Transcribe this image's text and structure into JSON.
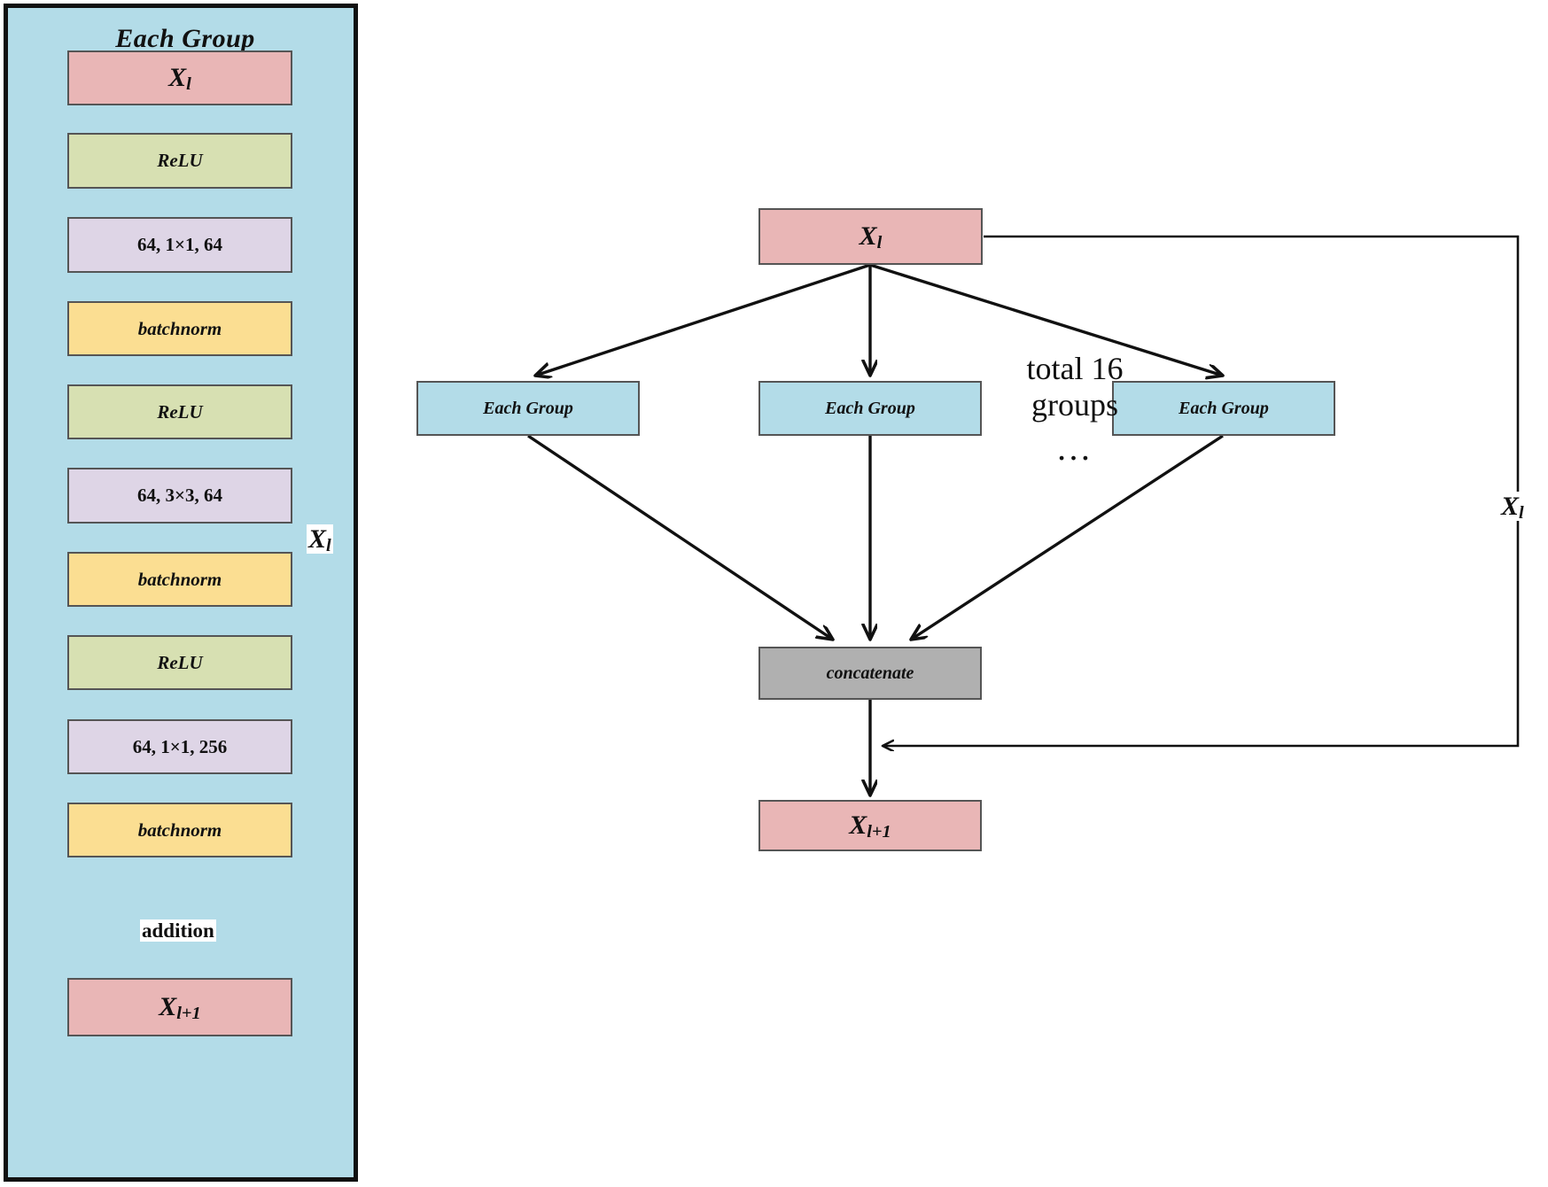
{
  "figure": {
    "type": "diagram",
    "description": "ResNeXt-style block: left panel shows the internal structure of each group; right panel shows 16 parallel groups concatenated with a residual skip connection."
  },
  "colors": {
    "panel_background": "#b3dce8",
    "panel_border": "#111111",
    "pink": "#e9b6b6",
    "green": "#d7e0b2",
    "purple": "#ded5e6",
    "yellow": "#fbde92",
    "blue": "#b3dce8",
    "gray": "#b0b0b0",
    "box_border": "#555555",
    "arrow": "#111111"
  },
  "left_panel": {
    "title": "Each Group",
    "skip_label": "X",
    "skip_label_sub": "l",
    "merge_label": "addition",
    "blocks": [
      {
        "id": "x-l",
        "text": "X",
        "sub": "l",
        "style": "pink",
        "kind": "var"
      },
      {
        "id": "relu-1",
        "text": "ReLU",
        "sub": "",
        "style": "green",
        "kind": "italic"
      },
      {
        "id": "conv-1",
        "text": "64, 1×1, 64",
        "sub": "",
        "style": "purple",
        "kind": "plain"
      },
      {
        "id": "bn-1",
        "text": "batchnorm",
        "sub": "",
        "style": "yellow",
        "kind": "italic"
      },
      {
        "id": "relu-2",
        "text": "ReLU",
        "sub": "",
        "style": "green",
        "kind": "italic"
      },
      {
        "id": "conv-2",
        "text": "64, 3×3, 64",
        "sub": "",
        "style": "purple",
        "kind": "plain"
      },
      {
        "id": "bn-2",
        "text": "batchnorm",
        "sub": "",
        "style": "yellow",
        "kind": "italic"
      },
      {
        "id": "relu-3",
        "text": "ReLU",
        "sub": "",
        "style": "green",
        "kind": "italic"
      },
      {
        "id": "conv-3",
        "text": "64, 1×1, 256",
        "sub": "",
        "style": "purple",
        "kind": "plain"
      },
      {
        "id": "bn-3",
        "text": "batchnorm",
        "sub": "",
        "style": "yellow",
        "kind": "italic"
      },
      {
        "id": "x-l-plus-1",
        "text": "X",
        "sub": "l+1",
        "style": "pink",
        "kind": "var"
      }
    ]
  },
  "right_panel": {
    "input": {
      "text": "X",
      "sub": "l"
    },
    "groups": [
      {
        "label": "Each Group"
      },
      {
        "label": "Each Group"
      },
      {
        "label": "Each Group"
      }
    ],
    "annotation_line1": "total 16",
    "annotation_line2": "groups",
    "ellipsis": "…",
    "concatenate": "concatenate",
    "skip_label": "X",
    "skip_label_sub": "l",
    "output": {
      "text": "X",
      "sub": "l+1"
    }
  }
}
